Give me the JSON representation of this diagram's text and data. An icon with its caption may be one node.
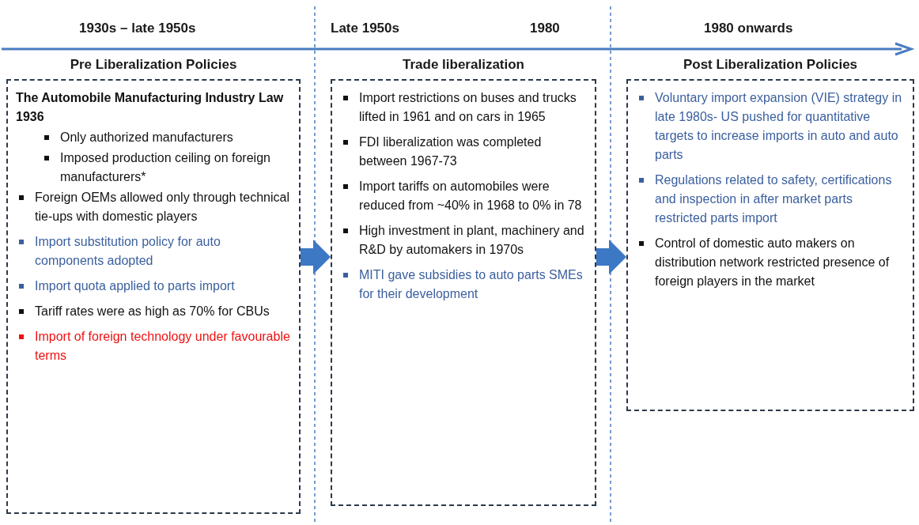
{
  "diagram": {
    "nodes": [
      {
        "text": [
          "Pre Liberalization Policies",
          "The Automobile Manufacturing Industry Law 1936",
          "Only authorized manufacturers",
          "Imposed production ceiling on foreign manufacturers*",
          "Foreign OEMs allowed only through technical tie-ups with domestic players",
          "Import substitution policy for auto components adopted",
          "Import quota applied to parts import",
          "Tariff rates were as high as 70% for CBUs",
          "Import of foreign technology under favourable terms"
        ]
      },
      {
        "text": [
          "Trade liberalization",
          "Import restrictions on buses and trucks lifted in 1961 and on cars in 1965",
          "FDI liberalization was completed between 1967-73",
          "Import tariffs on automobiles were reduced from ~40% in 1968 to 0% in 78",
          "High investment in plant, machinery and R&D by automakers in 1970s",
          "MITI gave subsidies to auto parts SMEs for their development"
        ]
      },
      {
        "text": [
          "Post Liberalization Policies",
          "Voluntary import expansion (VIE) strategy in late 1980s- US pushed for quantitative targets to increase imports in auto and auto parts",
          "Regulations related to safety, certifications and inspection in after market parts restricted parts import",
          "Control of domestic auto makers on distribution network restricted presence of foreign players in the market"
        ]
      }
    ],
    "edges": [
      {
        "from": 0,
        "to": 1,
        "arrow": "to"
      },
      {
        "from": 1,
        "to": 2,
        "arrow": "to"
      }
    ],
    "labels": [
      "1930s – late 1950s",
      "Late 1950s",
      "1980",
      "1980 onwards"
    ]
  }
}
